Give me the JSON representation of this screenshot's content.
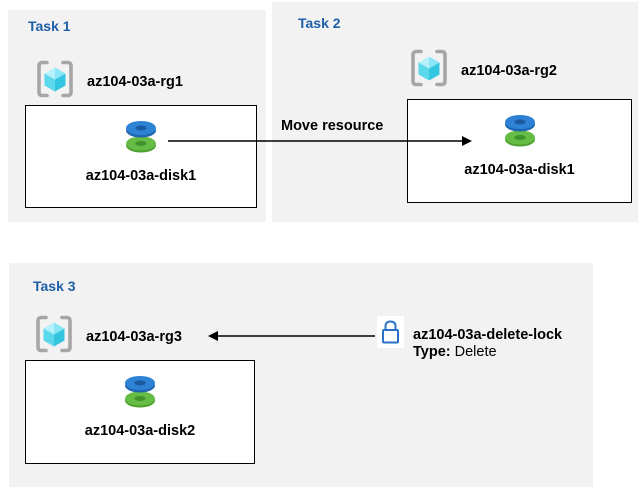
{
  "diagram": {
    "tasks": [
      {
        "title": "Task 1",
        "resource_group": "az104-03a-rg1",
        "resource": "az104-03a-disk1"
      },
      {
        "title": "Task 2",
        "resource_group": "az104-03a-rg2",
        "resource": "az104-03a-disk1"
      },
      {
        "title": "Task 3",
        "resource_group": "az104-03a-rg3",
        "resource": "az104-03a-disk2"
      }
    ],
    "move_arrow": {
      "label": "Move resource"
    },
    "lock": {
      "name": "az104-03a-delete-lock",
      "type_label": "Type:",
      "type_value": "Delete"
    },
    "icons": {
      "resource_group": "resource-group-icon",
      "disk": "disk-icon",
      "lock": "lock-icon"
    },
    "colors": {
      "panel_bg": "#f2f2f2",
      "title_blue": "#1f5fa9",
      "arrow_black": "#000000",
      "lock_blue": "#2a72c8",
      "disk_blue_top": "#2e82d6",
      "disk_blue_rim": "#1f66b0",
      "disk_blue_hole": "#1a5a9e",
      "disk_green_top": "#66bd45",
      "disk_green_rim": "#4da02f",
      "disk_green_hole": "#41922a",
      "cube_top_light": "#b5f0fb",
      "cube_top_mid": "#8ae6f6",
      "cube_left": "#5bd8ec",
      "cube_right": "#34c6e0",
      "bracket_gray": "#a6a6a6"
    }
  }
}
